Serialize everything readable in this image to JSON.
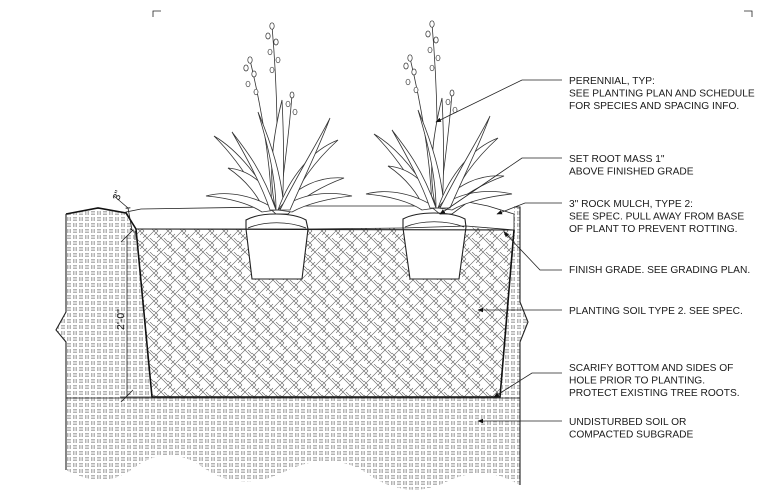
{
  "callouts": [
    {
      "id": "perennial",
      "lines": [
        "PERENNIAL, TYP:",
        "SEE PLANTING PLAN AND SCHEDULE",
        "FOR SPECIES AND SPACING INFO."
      ]
    },
    {
      "id": "root-mass",
      "lines": [
        "SET ROOT MASS 1\"",
        "ABOVE FINISHED GRADE"
      ]
    },
    {
      "id": "rock-mulch",
      "lines": [
        "3\" ROCK MULCH, TYPE 2:",
        "SEE SPEC. PULL AWAY FROM BASE",
        "OF PLANT TO PREVENT ROTTING."
      ]
    },
    {
      "id": "finish-grade",
      "lines": [
        "FINISH GRADE. SEE GRADING PLAN."
      ]
    },
    {
      "id": "planting-soil",
      "lines": [
        "PLANTING SOIL TYPE 2. SEE SPEC."
      ]
    },
    {
      "id": "scarify",
      "lines": [
        "SCARIFY BOTTOM AND SIDES OF",
        "HOLE PRIOR TO PLANTING.",
        "PROTECT EXISTING TREE ROOTS."
      ]
    },
    {
      "id": "undisturbed",
      "lines": [
        "UNDISTURBED SOIL OR",
        "COMPACTED SUBGRADE"
      ]
    }
  ],
  "dimensions": {
    "mulch_depth": "3\"",
    "hole_depth": "2'-0\""
  }
}
